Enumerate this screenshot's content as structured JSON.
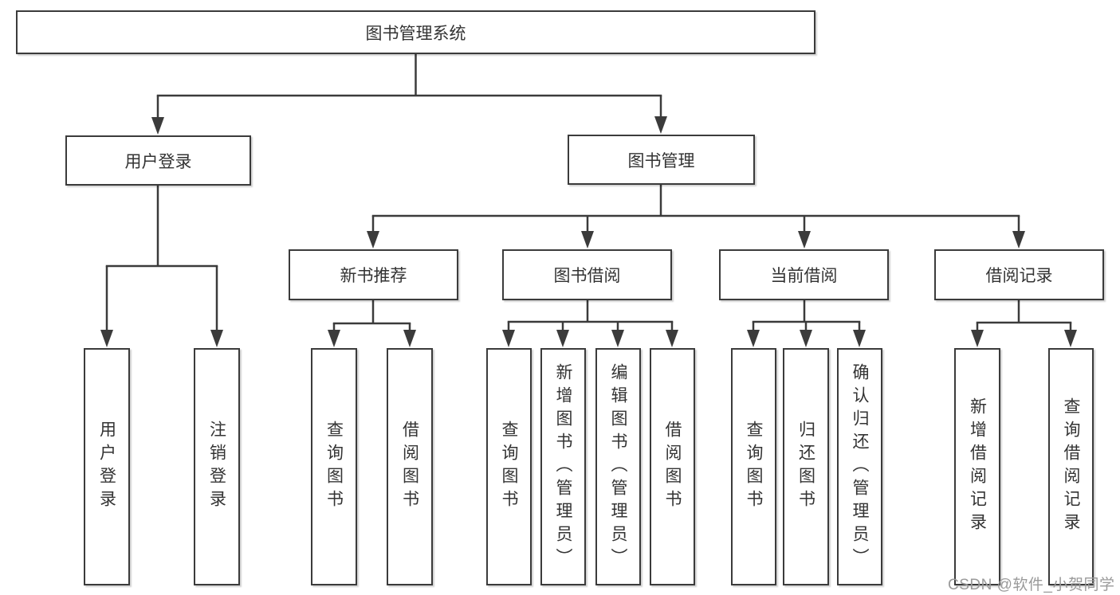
{
  "diagram": {
    "root": {
      "label": "图书管理系统"
    },
    "level2": [
      {
        "label": "用户登录"
      },
      {
        "label": "图书管理"
      }
    ],
    "level3": [
      {
        "label": "新书推荐"
      },
      {
        "label": "图书借阅"
      },
      {
        "label": "当前借阅"
      },
      {
        "label": "借阅记录"
      }
    ],
    "leaves": [
      {
        "label": "用户登录"
      },
      {
        "label": "注销登录"
      },
      {
        "label": "查询图书"
      },
      {
        "label": "借阅图书"
      },
      {
        "label": "查询图书"
      },
      {
        "label": "新增图书（管理员）"
      },
      {
        "label": "编辑图书（管理员）"
      },
      {
        "label": "借阅图书"
      },
      {
        "label": "查询图书"
      },
      {
        "label": "归还图书"
      },
      {
        "label": "确认归还（管理员）"
      },
      {
        "label": "新增借阅记录"
      },
      {
        "label": "查询借阅记录"
      }
    ],
    "colors": {
      "line": "#3b3b3b",
      "box_border": "#3b3b3b",
      "box_fill": "#ffffff",
      "text": "#333333",
      "watermark": "#9a9a9a"
    }
  },
  "watermark": {
    "text": "CSDN @软件_小贺同学"
  }
}
